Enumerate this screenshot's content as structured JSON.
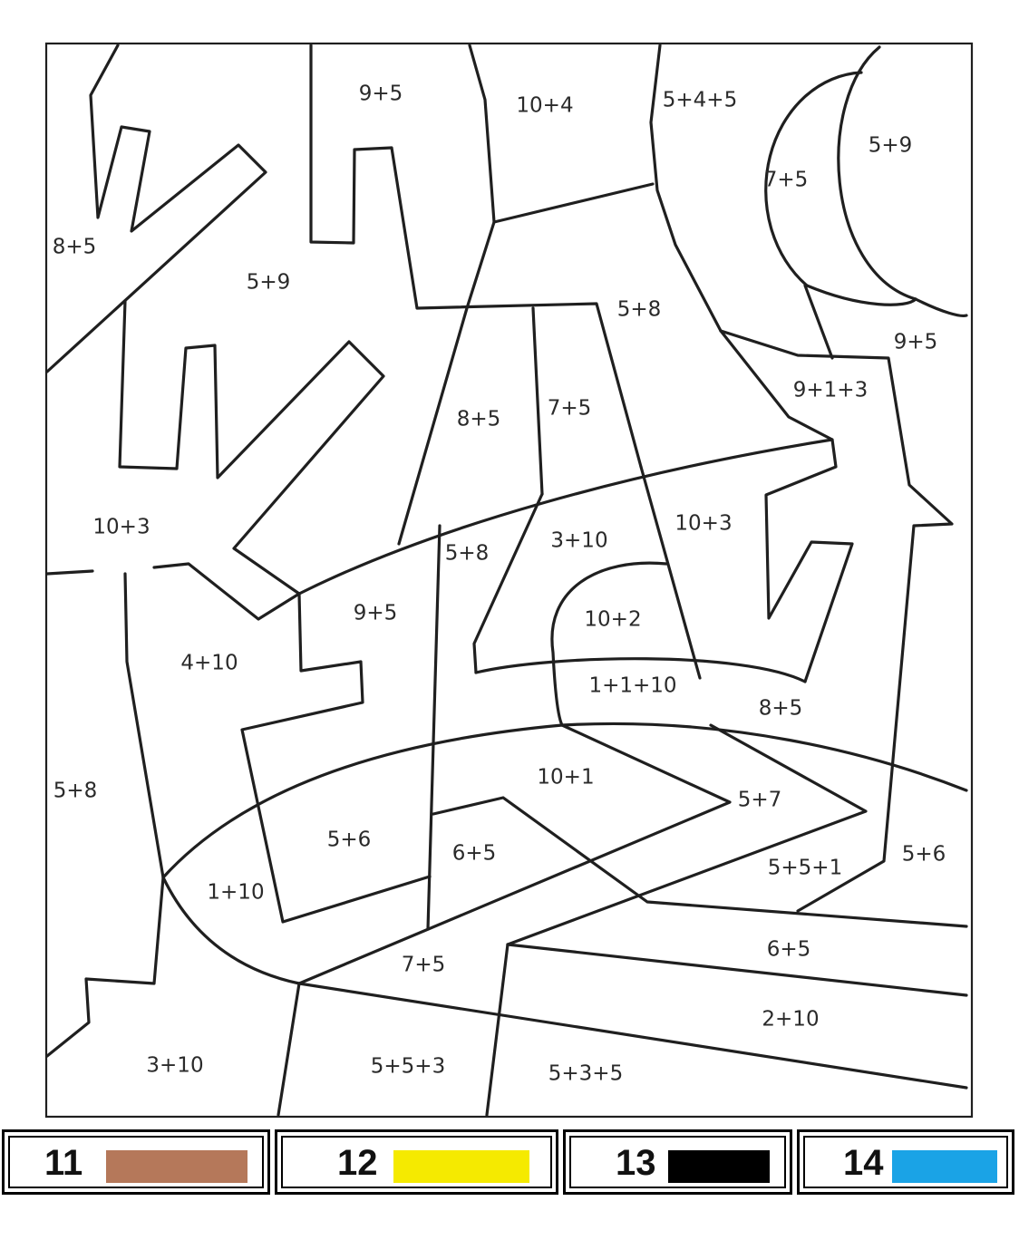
{
  "colors": {
    "brown": "#b5785a",
    "yellow": "#f5ea00",
    "black": "#000000",
    "blue": "#1aa3e6"
  },
  "regions": [
    "9+5",
    "10+4",
    "5+4+5",
    "5+9",
    "7+5",
    "8+5",
    "5+9",
    "5+8",
    "9+5",
    "9+1+3",
    "8+5",
    "7+5",
    "10+3",
    "3+10",
    "10+3",
    "5+8",
    "10+2",
    "9+5",
    "4+10",
    "1+1+10",
    "8+5",
    "5+8",
    "10+1",
    "5+7",
    "5+6",
    "6+5",
    "5+6",
    "5+5+1",
    "1+10",
    "6+5",
    "7+5",
    "2+10",
    "3+10",
    "5+5+3",
    "5+3+5"
  ],
  "legend": [
    {
      "number": "11",
      "color": "brown"
    },
    {
      "number": "12",
      "color": "yellow"
    },
    {
      "number": "13",
      "color": "black"
    },
    {
      "number": "14",
      "color": "blue"
    }
  ]
}
